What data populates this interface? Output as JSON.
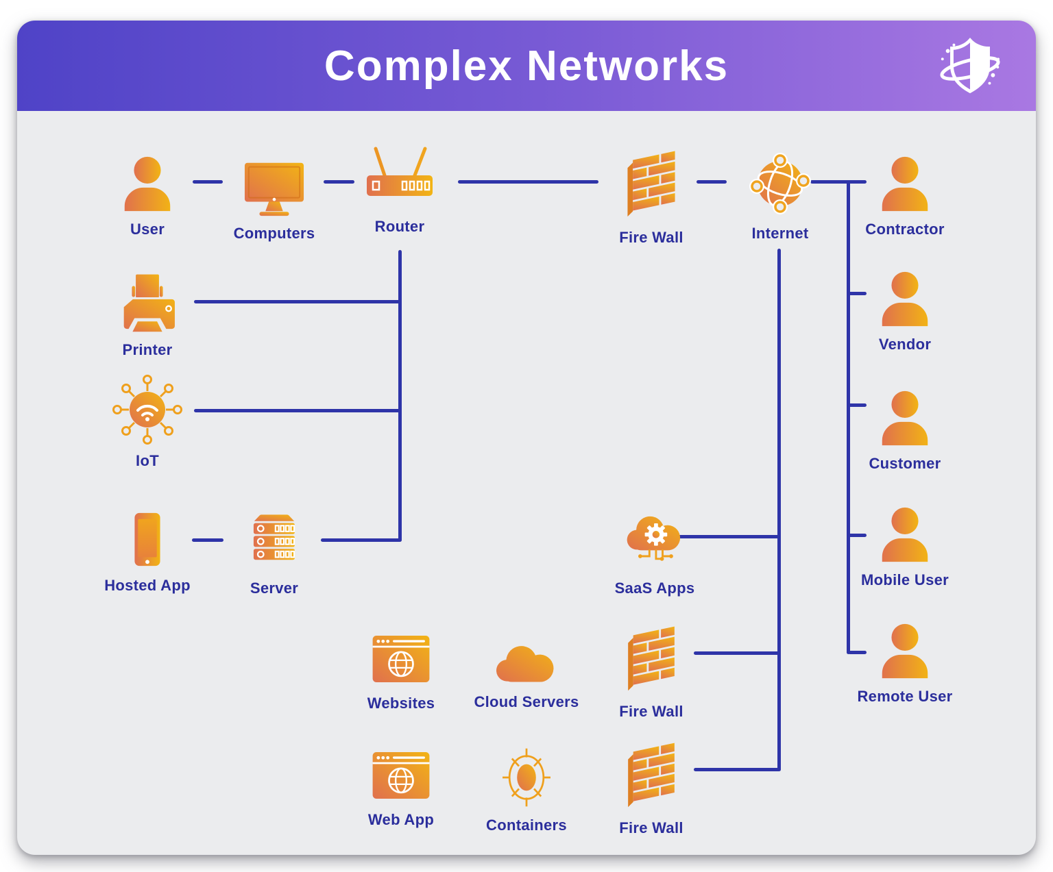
{
  "title": "Complex Networks",
  "logo": "shield-orbit",
  "colors": {
    "header_gradient_start": "#4f43c7",
    "header_gradient_end": "#a978e2",
    "icon_gradient_start": "#e0704e",
    "icon_gradient_end": "#f2b414",
    "connector_line": "#2e34a8",
    "label_text": "#2b2e9c",
    "canvas_background": "#ebecee",
    "title_text": "#ffffff"
  },
  "nodes": [
    {
      "id": "user",
      "label": "User",
      "icon": "person-icon"
    },
    {
      "id": "computers",
      "label": "Computers",
      "icon": "monitor-icon"
    },
    {
      "id": "router",
      "label": "Router",
      "icon": "router-icon"
    },
    {
      "id": "firewall-1",
      "label": "Fire Wall",
      "icon": "brick-wall-icon"
    },
    {
      "id": "internet",
      "label": "Internet",
      "icon": "globe-network-icon"
    },
    {
      "id": "contractor",
      "label": "Contractor",
      "icon": "person-icon"
    },
    {
      "id": "printer",
      "label": "Printer",
      "icon": "printer-icon"
    },
    {
      "id": "vendor",
      "label": "Vendor",
      "icon": "person-icon"
    },
    {
      "id": "iot",
      "label": "IoT",
      "icon": "iot-hub-icon"
    },
    {
      "id": "customer",
      "label": "Customer",
      "icon": "person-icon"
    },
    {
      "id": "hosted-app",
      "label": "Hosted App",
      "icon": "smartphone-icon"
    },
    {
      "id": "server",
      "label": "Server",
      "icon": "server-rack-icon"
    },
    {
      "id": "saas-apps",
      "label": "SaaS Apps",
      "icon": "cloud-gear-icon"
    },
    {
      "id": "mobile-user",
      "label": "Mobile User",
      "icon": "person-icon"
    },
    {
      "id": "websites",
      "label": "Websites",
      "icon": "browser-globe-icon"
    },
    {
      "id": "cloud-servers",
      "label": "Cloud Servers",
      "icon": "cloud-icon"
    },
    {
      "id": "firewall-2",
      "label": "Fire Wall",
      "icon": "brick-wall-icon"
    },
    {
      "id": "remote-user",
      "label": "Remote User",
      "icon": "person-icon"
    },
    {
      "id": "web-app",
      "label": "Web App",
      "icon": "browser-globe-icon"
    },
    {
      "id": "containers",
      "label": "Containers",
      "icon": "helm-wheel-icon"
    },
    {
      "id": "firewall-3",
      "label": "Fire Wall",
      "icon": "brick-wall-icon"
    }
  ],
  "connections": [
    {
      "from": "user",
      "to": "computers"
    },
    {
      "from": "computers",
      "to": "router"
    },
    {
      "from": "router",
      "to": "firewall-1"
    },
    {
      "from": "firewall-1",
      "to": "internet"
    },
    {
      "from": "internet",
      "to": "contractor"
    },
    {
      "from": "internet",
      "to": "vendor"
    },
    {
      "from": "internet",
      "to": "customer"
    },
    {
      "from": "internet",
      "to": "mobile-user"
    },
    {
      "from": "internet",
      "to": "remote-user"
    },
    {
      "from": "router",
      "to": "printer"
    },
    {
      "from": "router",
      "to": "iot"
    },
    {
      "from": "router",
      "to": "server"
    },
    {
      "from": "server",
      "to": "hosted-app"
    },
    {
      "from": "internet",
      "to": "saas-apps"
    },
    {
      "from": "internet",
      "to": "firewall-2"
    },
    {
      "from": "internet",
      "to": "firewall-3"
    },
    {
      "from": "websites",
      "to": "cloud-servers"
    },
    {
      "from": "cloud-servers",
      "to": "firewall-2"
    },
    {
      "from": "web-app",
      "to": "containers"
    },
    {
      "from": "containers",
      "to": "firewall-3"
    }
  ]
}
